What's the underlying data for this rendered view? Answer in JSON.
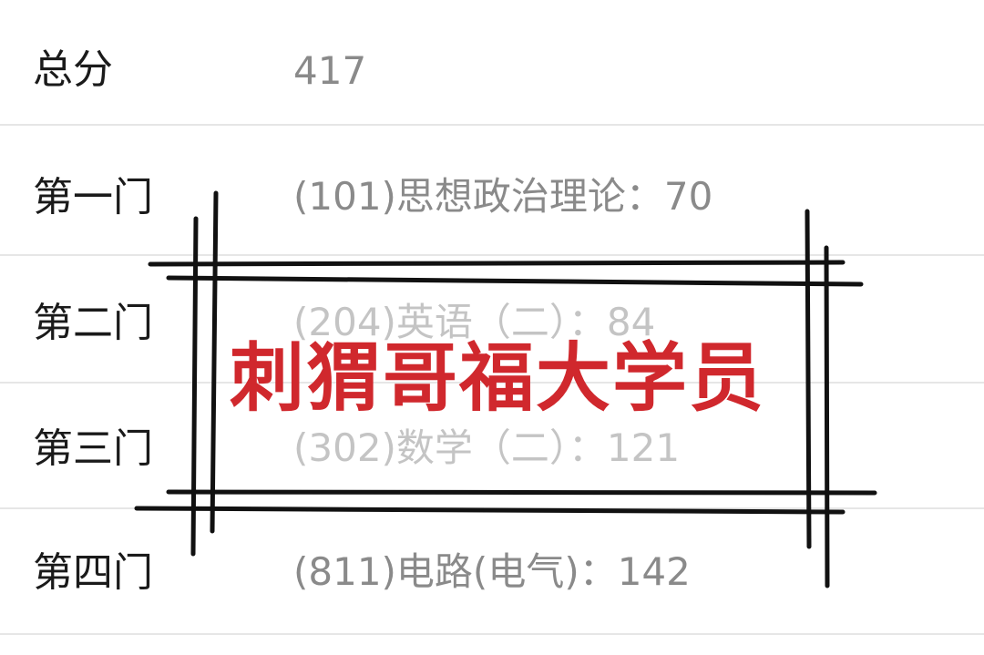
{
  "rows": [
    {
      "label": "总分",
      "value": "417"
    },
    {
      "label": "第一门",
      "value": "(101)思想政治理论：70"
    },
    {
      "label": "第二门",
      "value": "(204)英语（二）：84"
    },
    {
      "label": "第三门",
      "value": "(302)数学（二）：121"
    },
    {
      "label": "第四门",
      "value": "(811)电路(电气)：142"
    }
  ],
  "watermark": {
    "text": "刺猬哥福大学员",
    "color": "#d0282d"
  }
}
